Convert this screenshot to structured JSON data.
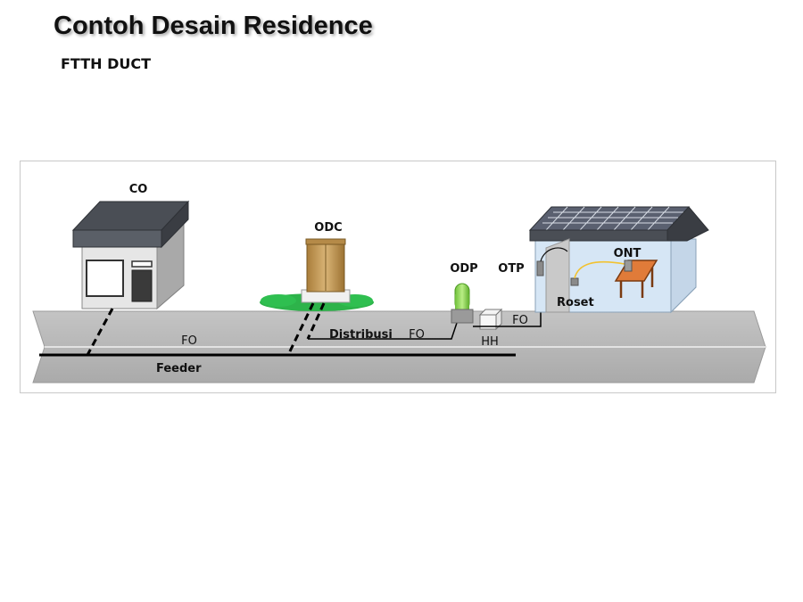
{
  "slide": {
    "title": "Contoh Desain Residence",
    "subtitle": "FTTH DUCT"
  },
  "diagram": {
    "labels": {
      "co": "CO",
      "odc": "ODC",
      "odp": "ODP",
      "otp": "OTP",
      "ont": "ONT",
      "roset": "Roset",
      "hh": "HH",
      "distribusi": "Distribusi",
      "feeder": "Feeder",
      "fo_feeder": "FO",
      "fo_distribusi": "FO",
      "fo_drop": "FO"
    },
    "colors": {
      "road": "#b7b7b7",
      "road_edge": "#dcdcdc",
      "cable": "#000000",
      "roof": "#4a4e55",
      "solar": "#5a6070",
      "house_wall": "#d6e6f5",
      "co_wall": "#d9d9d9",
      "odc_body": "#c9a15f",
      "odp_body": "#8fd15a",
      "grass": "#2db34a",
      "ont_table": "#e07b39",
      "fiber_yellow": "#f2c230"
    }
  }
}
